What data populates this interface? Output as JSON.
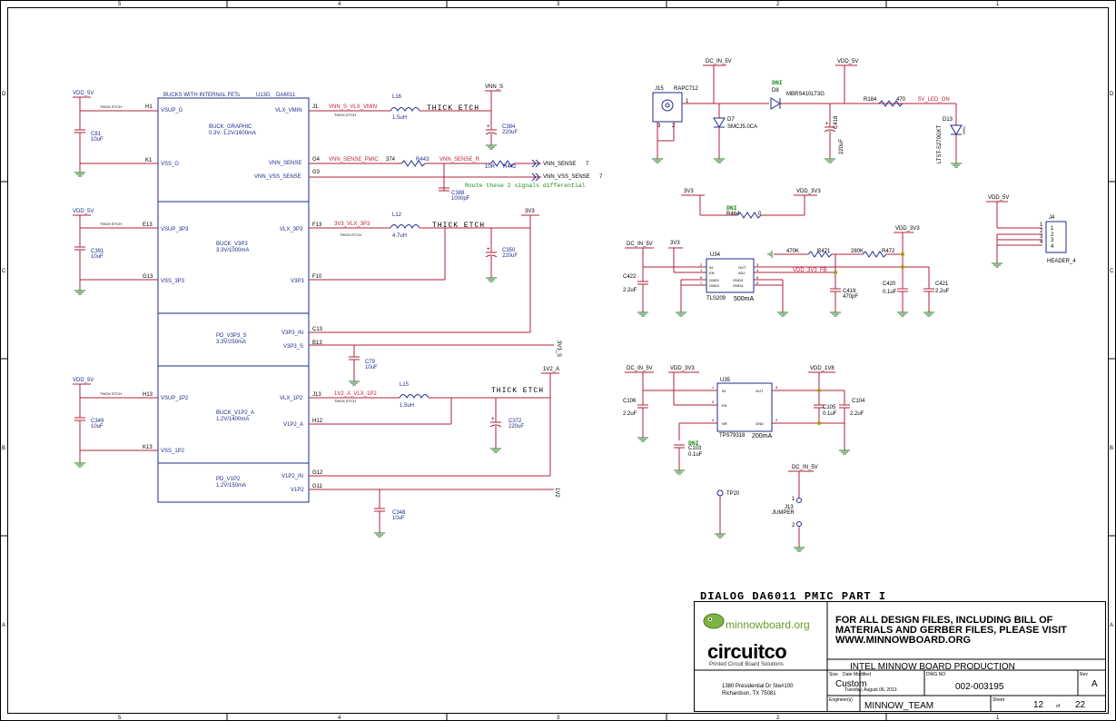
{
  "frame": {
    "col_labels": [
      "5",
      "4",
      "3",
      "2",
      "1"
    ],
    "row_labels": [
      "D",
      "C",
      "B",
      "A"
    ]
  },
  "title_block": {
    "sheet_title": "DIALOG DA6011 PMIC PART I",
    "notice": [
      "FOR ALL DESIGN FILES, INCLUDING BILL OF",
      "MATERIALS AND GERBER FILES, PLEASE VISIT",
      "WWW.MINNOWBOARD.ORG"
    ],
    "logo_minnow": "minnowboard.org",
    "logo_circuitco": "circuitco",
    "logo_tagline": "Printed Circuit Board Solutions",
    "address_line1": "1380 Presidential Dr Ste#100",
    "address_line2": "Richardson, TX 75081",
    "project": "INTEL MINNOW BOARD PRODUCTION",
    "size_label": "Size",
    "size_value": "Custom",
    "date_label": "Date Modified",
    "date_value": "Tuesday, August 06, 2013",
    "dwg_label": "DWG NO",
    "dwg_value": "002-003195",
    "rev_label": "Rev",
    "rev_value": "A",
    "engineer_label": "Engineer(s)",
    "engineer_value": "MINNOW_TEAM",
    "sheet_label": "Sheet",
    "sheet_value": "12",
    "of_label": "of",
    "total_value": "22"
  },
  "ic_u13": {
    "header": "BUCKS WITH INTERNAL FETs",
    "refdes": "U13G",
    "part": "DA6011",
    "pins_left": [
      {
        "num": "H1",
        "name": "VSUP_G"
      },
      {
        "num": "K1",
        "name": "VSS_G"
      },
      {
        "num": "E13",
        "name": "VSUP_3P3"
      },
      {
        "num": "G13",
        "name": "VSS_3P3"
      },
      {
        "num": "H13",
        "name": "VSUP_1P2"
      },
      {
        "num": "K13",
        "name": "VSS_1P2"
      }
    ],
    "pins_right": [
      {
        "num": "J1",
        "name": "VLX_VMIN"
      },
      {
        "num": "G4",
        "name": "VNN_SENSE"
      },
      {
        "num": "G3",
        "name": "VNN_VSS_SENSE"
      },
      {
        "num": "F13",
        "name": "VLX_3P3"
      },
      {
        "num": "F10",
        "name": "V3P3"
      },
      {
        "num": "C13",
        "name": "V3P3_IN"
      },
      {
        "num": "B13",
        "name": "V3P3_S"
      },
      {
        "num": "J13",
        "name": "VLX_1P2"
      },
      {
        "num": "H12",
        "name": "V1P2_A"
      },
      {
        "num": "G12",
        "name": "V1P2_IN"
      },
      {
        "num": "G11",
        "name": "V1P2"
      }
    ],
    "blocks": [
      {
        "name": "BUCK_GRAPHIC",
        "spec": "0.3V- 1.2V/1600mA"
      },
      {
        "name": "BUCK_V3P3",
        "spec": "3.3V/1000mA"
      },
      {
        "name": "PD_V3P3_S",
        "spec": "3.3V/250mA"
      },
      {
        "name": "BUCK_V1P2_A",
        "spec": "1.2V/1400mA"
      },
      {
        "name": "PD_V1P2",
        "spec": "1.2V/150mA"
      }
    ]
  },
  "left_rails": [
    {
      "net": "VDD_5V",
      "etch": "THICK ETCH",
      "cap": "C81",
      "cap_val": "10uF"
    },
    {
      "net": "VDD_5V",
      "etch": "THICK ETCH",
      "cap": "C391",
      "cap_val": "10uF"
    },
    {
      "net": "VDD_5V",
      "etch": "THICK ETCH",
      "cap": "C349",
      "cap_val": "10uF"
    }
  ],
  "buck_graphic_out": {
    "net_lx": "VNN_S_VLX_VMIN",
    "etch_small": "THICK ETCH",
    "inductor": "L16",
    "ind_val": "1.5uH",
    "etch_big": "THICK ETCH",
    "out_net": "VNN_S",
    "cap": "C384",
    "cap_val": "220uF",
    "sense_net": "VNN_SENSE_PMIC",
    "r443_val": "374",
    "r443": "R443",
    "sense_r_net": "VNN_SENSE_R",
    "r442_val": "10R",
    "r442": "R442",
    "sense_off": "VNN_SENSE",
    "sense_sheet": "7",
    "vss_sense_off": "VNN_VSS_SENSE",
    "vss_sense_sheet": "7",
    "c388": "C388",
    "c388_val": "1000pF",
    "note": "Route these 2 signals differential"
  },
  "buck_3v3_out": {
    "net_lx": "3V3_VLX_3P3",
    "etch_small": "THICK ETCH",
    "inductor": "L12",
    "ind_val": "4.7uH",
    "etch_big": "THICK ETCH",
    "out_net": "3V3",
    "cap": "C350",
    "cap_val": "220uF",
    "c79": "C79",
    "c79_val": "10uF",
    "off_3v3s": "3V3_S"
  },
  "buck_1v2_out": {
    "net_lx": "1V2_A_VLX_1P2",
    "etch_small": "THICK ETCH",
    "inductor": "L15",
    "ind_val": "1.5uH",
    "etch_big": "THICK ETCH",
    "out_net": "1V2_A",
    "cap": "C372",
    "cap_val": "220uF",
    "c348": "C348",
    "c348_val": "10uF",
    "off_1v2": "1V2"
  },
  "dc_in": {
    "connector": "J15",
    "conn_part": "RAPC712",
    "pin1": "1",
    "pin2": "2",
    "pin3": "3",
    "net_dcin": "DC_IN_5V",
    "dni": "DNI",
    "diode": "D8",
    "diode_part": "MBRS410LT3G",
    "net_vdd5": "VDD_5V",
    "tvs": "D7",
    "tvs_part": "SMCJ5.0CA",
    "cap": "C418",
    "cap_val": "220uF",
    "r184": "R184",
    "r184_val": "470",
    "led_net": "5V_LED_ON",
    "led": "D13",
    "led_part": "LTST-S270GKT",
    "led_color": "GRN"
  },
  "r464_block": {
    "net_a": "3V3",
    "net_b": "VDD_3V3",
    "dni": "DNI",
    "res": "R464",
    "val": "0"
  },
  "header_j4": {
    "net": "VDD_5V",
    "ref": "J4",
    "name": "HEADER_4",
    "pins": [
      "1",
      "2",
      "3",
      "4"
    ]
  },
  "u34": {
    "ref": "U34",
    "part": "TLS209",
    "current": "500mA",
    "net_in": "DC_IN_5V",
    "net_en": "3V3",
    "net_out": "VDD_3V3",
    "pins_left": [
      "IN",
      "EN",
      "GND1",
      "GND2"
    ],
    "pins_left_num": [
      "2",
      "1",
      "5",
      "7"
    ],
    "pins_right": [
      "OUT",
      "ADJ",
      "GND3",
      "GND4"
    ],
    "pins_right_num": [
      "3",
      "4",
      "6",
      "8"
    ],
    "c422": "C422",
    "c422_val": "2.2uF",
    "r471": "R471",
    "r471_val": "470K",
    "r472": "R472",
    "r472_val": "280K",
    "fb_net": "VDD_3V3_FB",
    "c419": "C419",
    "c419_val": "470pF",
    "c420": "C420",
    "c420_val": "0.1uF",
    "c421": "C421",
    "c421_val": "2.2uF"
  },
  "u35": {
    "ref": "U35",
    "part": "TPS79318",
    "current": "200mA",
    "net_in": "DC_IN_5V",
    "net_en": "VDD_3V3",
    "net_out": "VDD_1V8",
    "pins_left": [
      "IN",
      "EN",
      "NR"
    ],
    "pins_left_num": [
      "1",
      "3",
      "4"
    ],
    "pins_right": [
      "OUT",
      "GND"
    ],
    "pins_right_num": [
      "5",
      "2"
    ],
    "c106": "C106",
    "c106_val": "2.2uF",
    "dni": "DNI",
    "c103": "C103",
    "c103_val": "0.1uF",
    "c105": "C105",
    "c105_val": "0.1uF",
    "c104": "C104",
    "c104_val": "2.2uF"
  },
  "misc": {
    "tp": "TP20",
    "jumper_net": "DC_IN_5V",
    "jumper_ref": "J13",
    "jumper_name": "JUMPER",
    "jumper_pin1": "1",
    "jumper_pin2": "2"
  }
}
